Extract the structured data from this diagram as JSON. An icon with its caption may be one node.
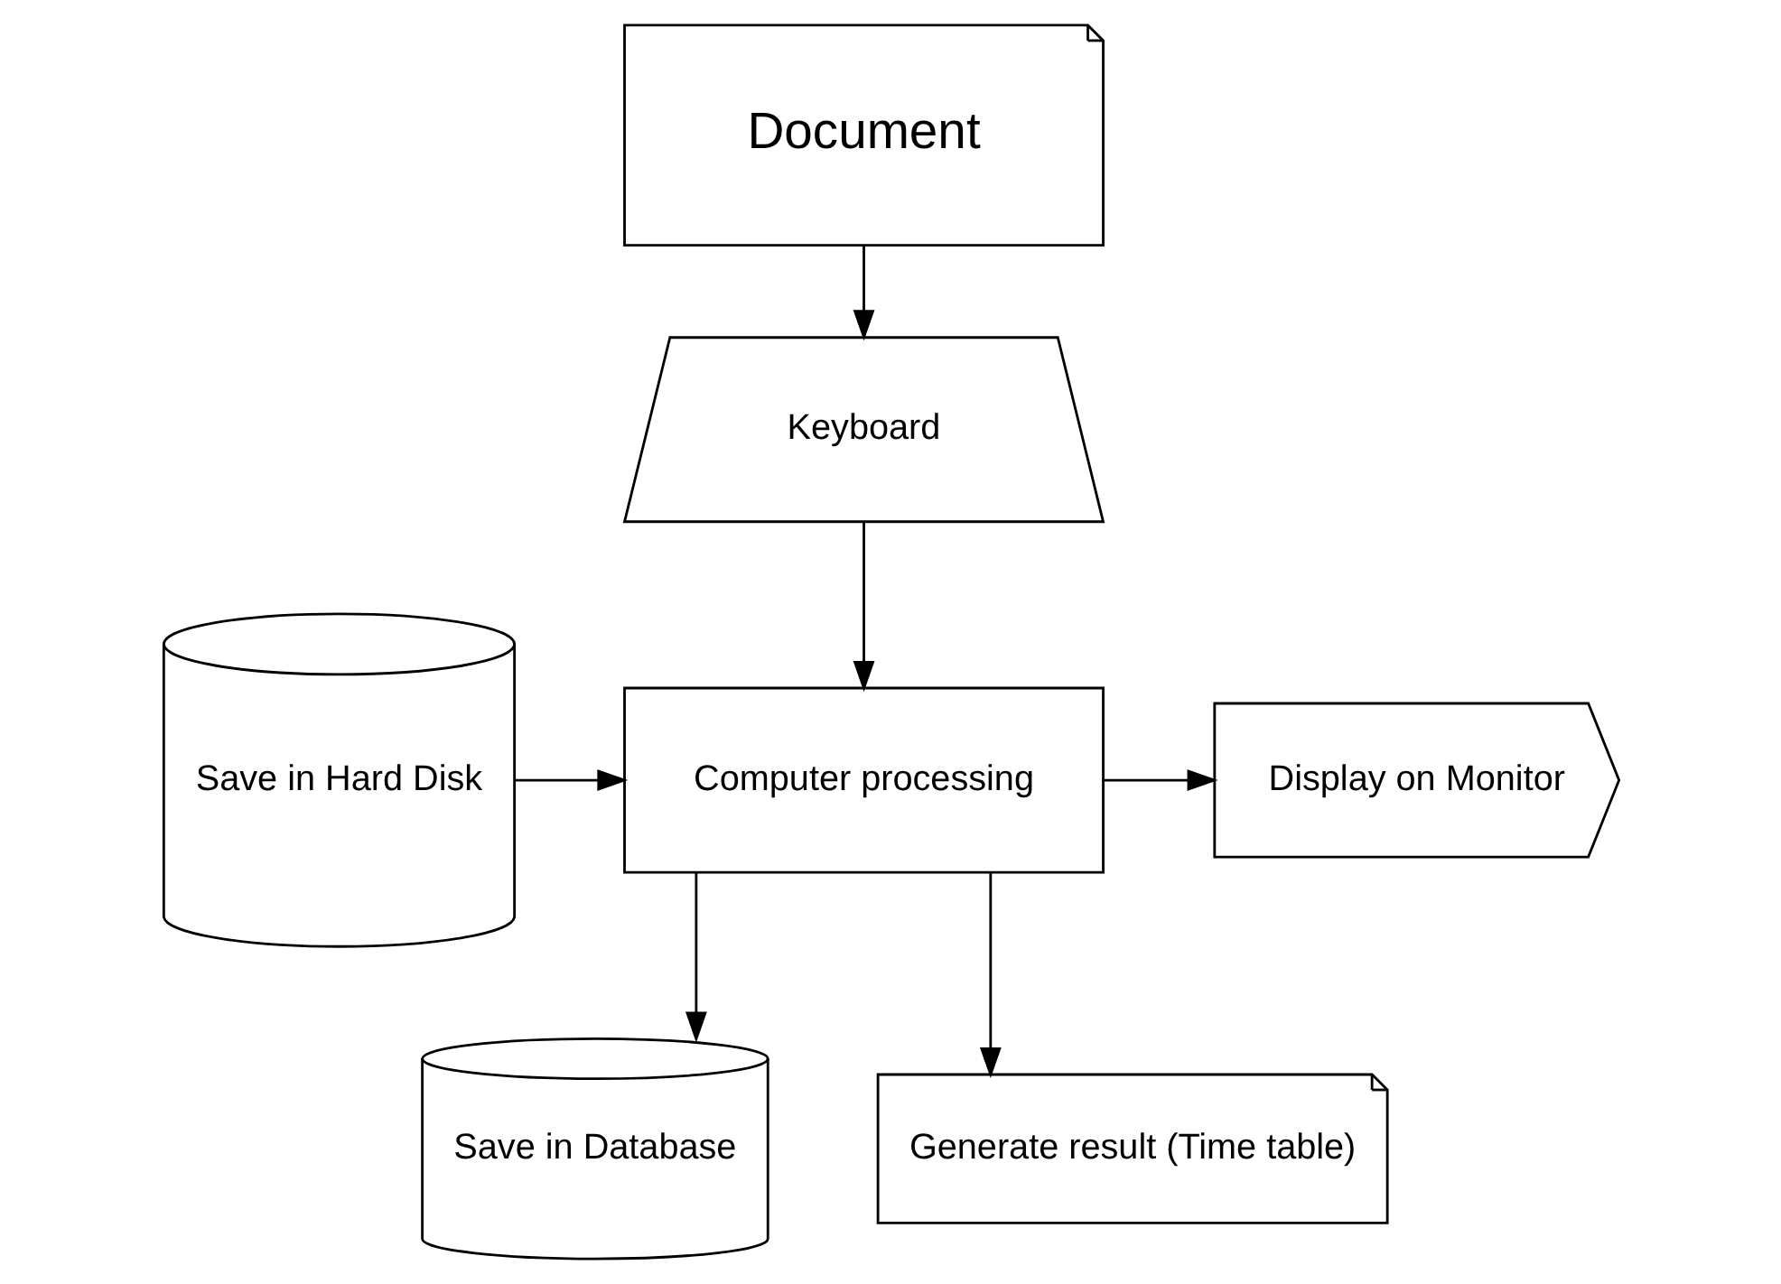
{
  "diagram": {
    "nodes": [
      {
        "text": [
          "Document"
        ]
      },
      {
        "text": [
          "Keyboard"
        ]
      },
      {
        "text": [
          "Save in Hard Disk"
        ]
      },
      {
        "text": [
          "Computer processing"
        ]
      },
      {
        "text": [
          "Display on Monitor"
        ]
      },
      {
        "text": [
          "Save in Database"
        ]
      },
      {
        "text": [
          "Generate result (Time table)"
        ]
      }
    ],
    "edges": [
      {
        "from": 0,
        "to": 1,
        "arrow": "to"
      },
      {
        "from": 1,
        "to": 3,
        "arrow": "to"
      },
      {
        "from": 2,
        "to": 3,
        "arrow": "to"
      },
      {
        "from": 3,
        "to": 4,
        "arrow": "to"
      },
      {
        "from": 3,
        "to": 5,
        "arrow": "to"
      },
      {
        "from": 3,
        "to": 6,
        "arrow": "to"
      }
    ]
  }
}
